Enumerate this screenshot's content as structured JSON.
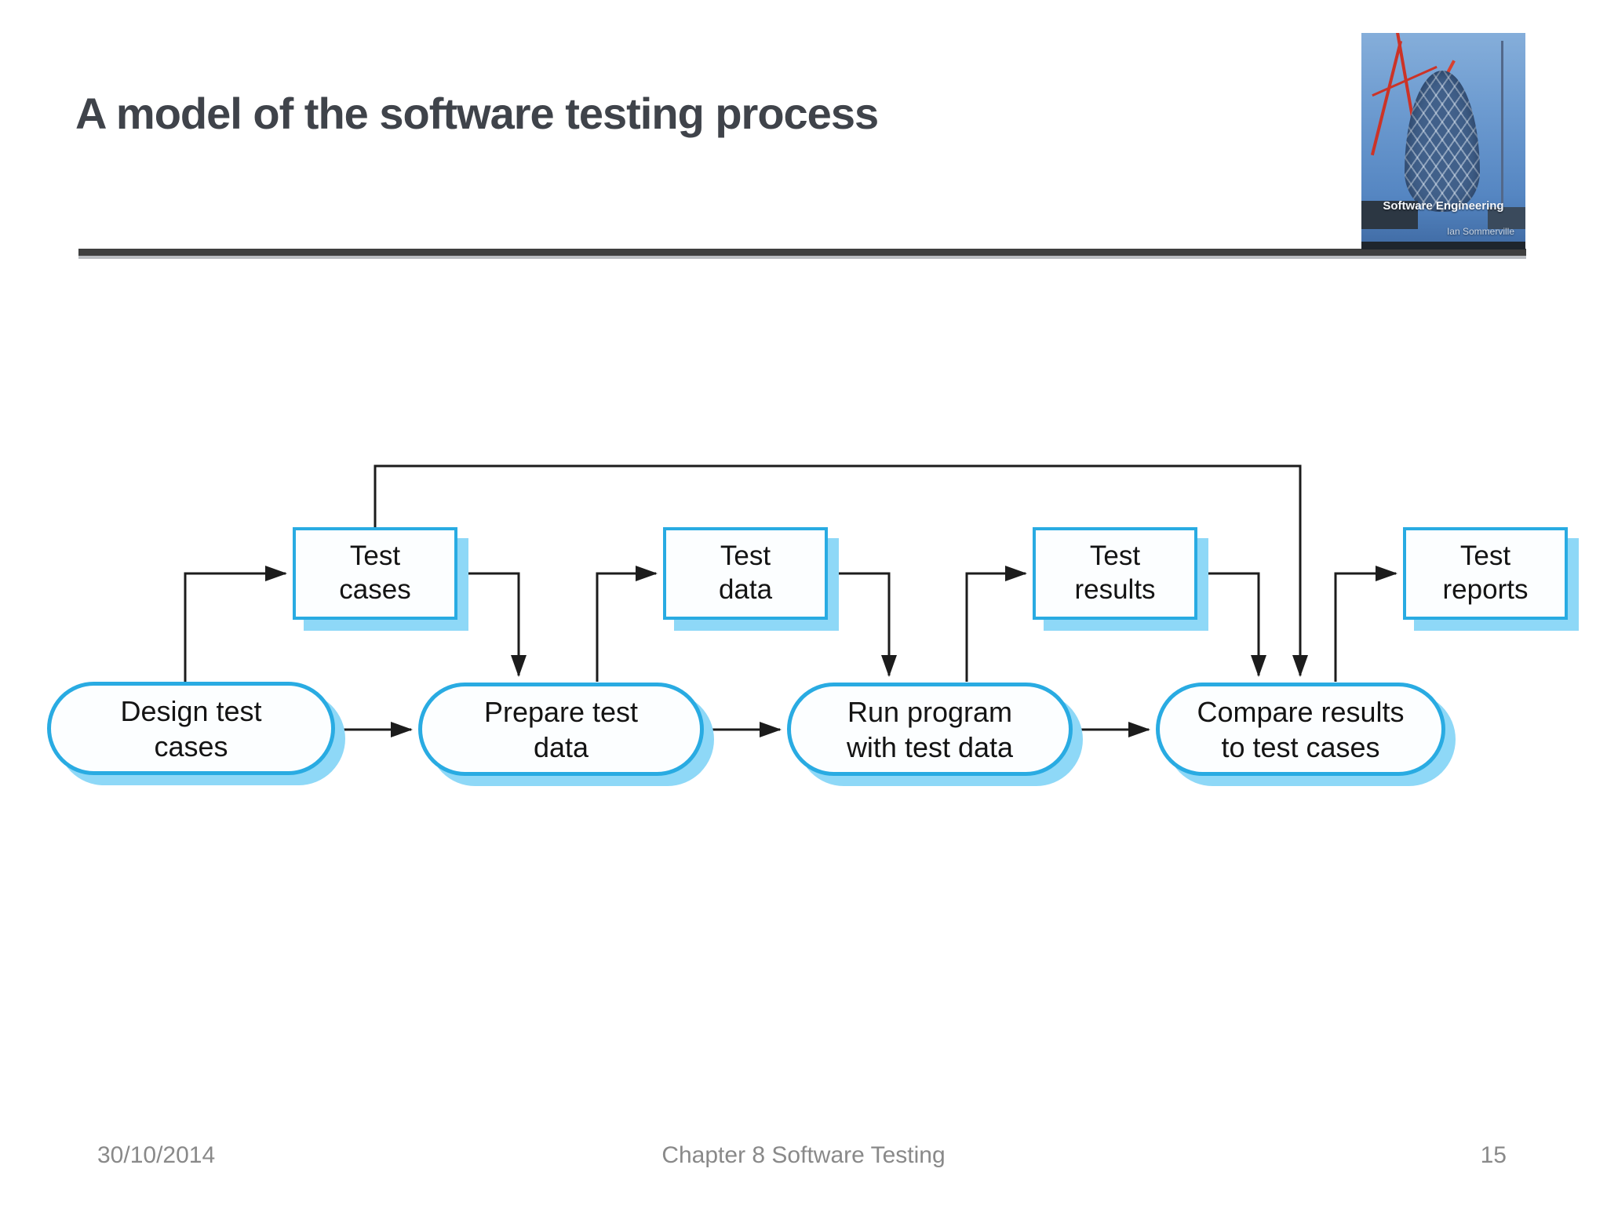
{
  "slide": {
    "title": "A model of the software testing process",
    "footer": {
      "date": "30/10/2014",
      "chapter": "Chapter 8 Software Testing",
      "page": "15"
    }
  },
  "logo": {
    "book_title": "Software Engineering",
    "book_author": "Ian Sommerville"
  },
  "diagram": {
    "artifacts": [
      {
        "id": "test-cases",
        "label": "Test\ncases"
      },
      {
        "id": "test-data",
        "label": "Test\ndata"
      },
      {
        "id": "test-results",
        "label": "Test\nresults"
      },
      {
        "id": "test-reports",
        "label": "Test\nreports"
      }
    ],
    "activities": [
      {
        "id": "design-test-cases",
        "label": "Design test\ncases"
      },
      {
        "id": "prepare-test-data",
        "label": "Prepare test\ndata"
      },
      {
        "id": "run-program-with-test-data",
        "label": "Run program\nwith test data"
      },
      {
        "id": "compare-results",
        "label": "Compare results\nto test cases"
      }
    ],
    "edges": [
      "design-test-cases -> test-cases",
      "test-cases -> prepare-test-data",
      "test-cases -> compare-results (feedback)",
      "prepare-test-data -> test-data",
      "test-data -> run-program-with-test-data",
      "run-program-with-test-data -> test-results",
      "test-results -> compare-results",
      "compare-results -> test-reports",
      "design-test-cases -> prepare-test-data",
      "prepare-test-data -> run-program-with-test-data",
      "run-program-with-test-data -> compare-results"
    ],
    "colors": {
      "node_border": "#29abe2",
      "node_shadow": "#8ed8f7",
      "node_fill": "#fcfeff",
      "edge": "#1c1c1c",
      "title_text": "#3f434a",
      "footer_text": "#898989"
    }
  }
}
